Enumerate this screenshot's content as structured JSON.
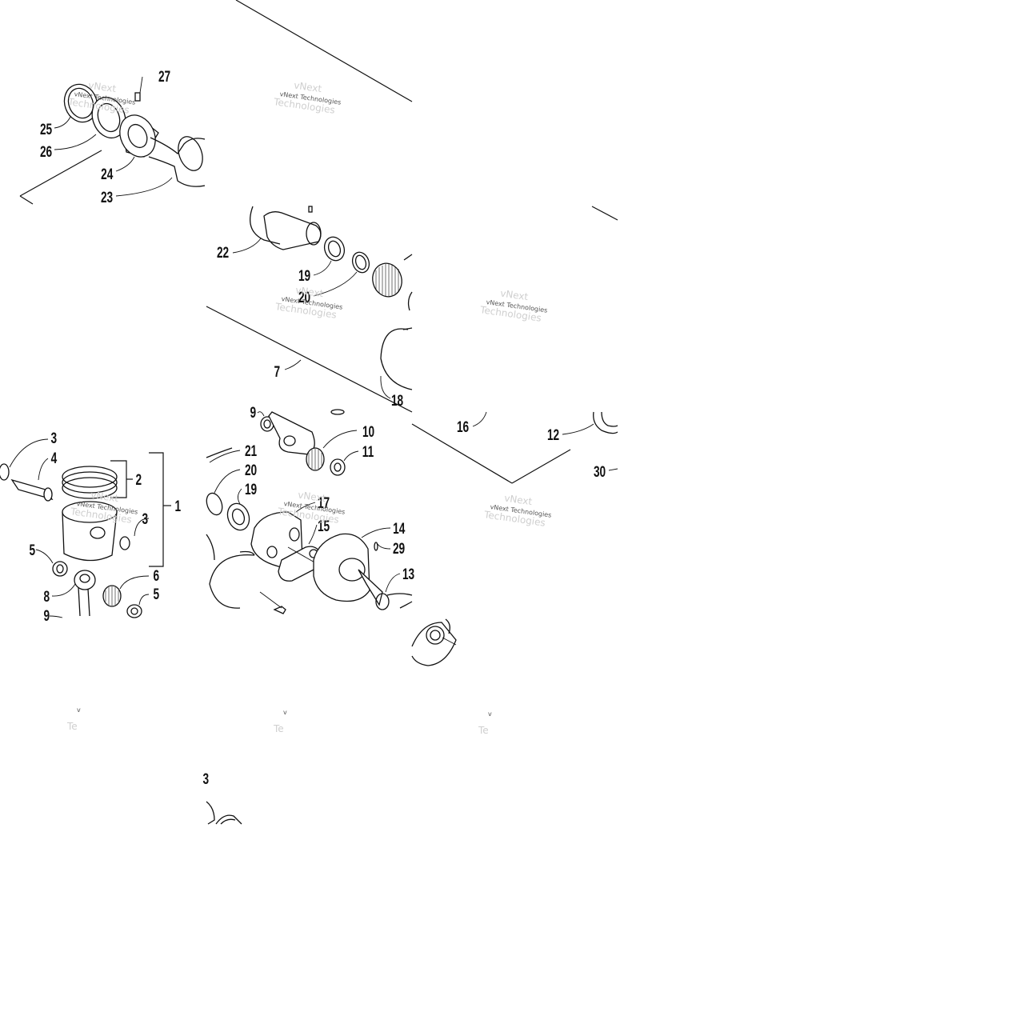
{
  "callouts": {
    "c1": "1",
    "c2": "2",
    "c3a": "3",
    "c3b": "3",
    "c3c": "3",
    "c4": "4",
    "c5a": "5",
    "c5b": "5",
    "c6": "6",
    "c7": "7",
    "c8": "8",
    "c9a": "9",
    "c9b": "9",
    "c10": "10",
    "c11": "11",
    "c12": "12",
    "c13": "13",
    "c14": "14",
    "c15": "15",
    "c16": "16",
    "c17": "17",
    "c18": "18",
    "c19a": "19",
    "c19b": "19",
    "c20a": "20",
    "c20b": "20",
    "c21": "21",
    "c22": "22",
    "c23": "23",
    "c24": "24",
    "c25": "25",
    "c26": "26",
    "c27": "27",
    "c29": "29",
    "c30": "30"
  },
  "watermark": {
    "text": "vNext Technologies",
    "ghost_top": "vNext",
    "ghost_bottom": "Technologies",
    "fragment_v": "v",
    "fragment_te": "Te"
  },
  "colors": {
    "line": "#111111",
    "background": "#ffffff",
    "watermark": "#555555",
    "watermark_ghost": "#cfcfcf"
  }
}
